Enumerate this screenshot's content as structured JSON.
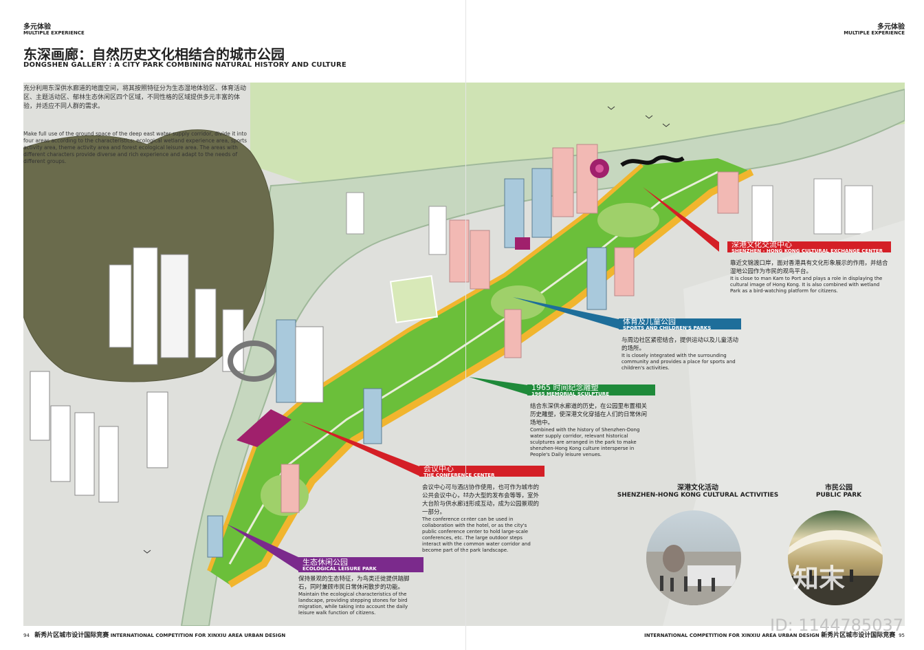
{
  "header": {
    "left_tag_cn": "多元体验",
    "left_tag_en": "MULTIPLE EXPERIENCE",
    "right_tag_cn": "多元体验",
    "right_tag_en": "MULTIPLE EXPERIENCE",
    "title_cn": "东深画廊：自然历史文化相结合的城市公园",
    "title_en": "DONGSHEN GALLERY : A CITY PARK COMBINING NATURAL HISTORY AND CULTURE"
  },
  "intro": {
    "cn": "充分利用东深供水廊道的地面空间，将其按照特征分为生态湿地体验区、体育活动区、主题活动区、郁林生态休闲区四个区域，不同性格的区域提供多元丰富的体验，并适应不同人群的需求。",
    "en": "Make full use of the ground space of the deep east water supply corridor, divide it into four areas according to the characteristics: ecological wetland experience area, sports activity area, theme activity area and forest ecological leisure area. The areas with different characters provide diverse and rich experience and adapt to the needs of different groups."
  },
  "callouts": [
    {
      "cn": "深港文化交流中心",
      "en": "SHENZHEN - HONG KONG CULTURAL EXCHANGE CENTER",
      "desc_cn": "靠近文锦渡口岸，面对香港具有文化形象展示的作用，并结合湿地公园作为市民的观鸟平台。",
      "desc_en": "It is close to man Kam to Port and plays a role in displaying the cultural image of Hong Kong. It is also combined with wetland Park as a bird-watching platform for citizens.",
      "color": "#d41f26"
    },
    {
      "cn": "体育及儿童公园",
      "en": "SPORTS AND CHILDREN'S PARKS",
      "desc_cn": "与周边社区紧密结合，提供运动以及儿童活动的场所。",
      "desc_en": "It is closely integrated with the surrounding community and provides a place for sports and children's activities.",
      "color": "#1e6e9a"
    },
    {
      "cn": "1965 时间纪念雕塑",
      "en": "1965 MEMORIAL SCULPTURE",
      "desc_cn": "结合东深供水廊道的历史，在公园里布置相关历史雕塑，使深港文化穿插在人们的日常休闲场地中。",
      "desc_en": "Combined with the history of Shenzhen-Dong water supply corridor, relevant historical sculptures are arranged in the park to make shenzhen-Hong Kong culture intersperse in People's Daily leisure venues.",
      "color": "#1f8a3a"
    },
    {
      "cn": "会议中心",
      "en": "THE CONFERENCE CENTER",
      "desc_cn": "会议中心可与酒店协作使用，也可作为城市的公共会议中心，举办大型的发布会等等，室外大台阶与供水廊道形成互动，成为公园景观的一部分。",
      "desc_en": "The conference center can be used in collaboration with the hotel, or as the city's public conference center to hold large-scale conferences, etc. The large outdoor steps interact with the common water corridor and become part of the park landscape.",
      "color": "#d41f26"
    },
    {
      "cn": "生态休闲公园",
      "en": "ECOLOGICAL LEISURE PARK",
      "desc_cn": "保持景观的生态特征，为鸟类迁徙提供踏脚石，同时兼顾市民日常休闲散步的功能。",
      "desc_en": "Maintain the ecological characteristics of the landscape, providing stepping stones for bird migration, while taking into account the daily leisure walk function of citizens.",
      "color": "#7b2a8c"
    }
  ],
  "photos": [
    {
      "cn": "深港文化活动",
      "en": "SHENZHEN-HONG KONG CULTURAL ACTIVITIES"
    },
    {
      "cn": "市民公园",
      "en": "PUBLIC PARK"
    }
  ],
  "footer": {
    "left_page": "94",
    "left_cn": "新秀片区城市设计国际竞赛",
    "left_en": "INTERNATIONAL COMPETITION FOR XINXIU AREA URBAN DESIGN",
    "right_en": "INTERNATIONAL COMPETITION FOR XINXIU AREA URBAN DESIGN",
    "right_cn": "新秀片区城市设计国际竞赛",
    "right_page": "95"
  },
  "watermark": {
    "logo": "知末",
    "id": "ID: 1144785037"
  },
  "colors": {
    "park_green": "#6bbf3a",
    "river": "#c9d8bf",
    "mountain": "#6a6b4c",
    "path_yellow": "#f1b52e",
    "building_pink": "#f2b9b4",
    "building_blue": "#a9c9dc",
    "accent_magenta": "#a0206c"
  }
}
